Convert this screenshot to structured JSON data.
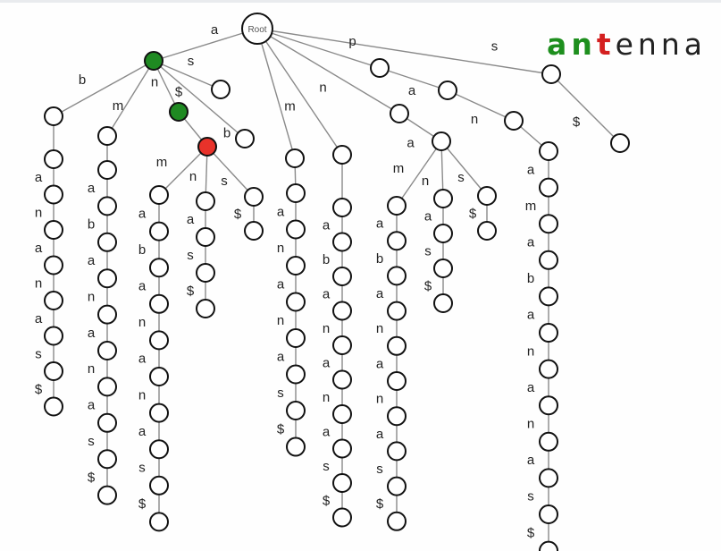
{
  "title_word": {
    "letters": [
      "a",
      "n",
      "t",
      "e",
      "n",
      "n",
      "a"
    ],
    "colors": [
      "#1e8f1e",
      "#1e8f1e",
      "#d42020",
      "#222222",
      "#222222",
      "#222222",
      "#222222"
    ]
  },
  "colors": {
    "matched": "#1f8a22",
    "current": "#e8322a",
    "node_fill": "#ffffff",
    "edge": "#8a8a8a"
  },
  "trie": {
    "root_label": "Root",
    "nodes": [
      {
        "id": "root",
        "type": "root"
      },
      {
        "id": "a",
        "parent": "root",
        "edge": "a",
        "state": "matched"
      },
      {
        "id": "ab",
        "parent": "a",
        "edge": "b"
      },
      {
        "id": "am",
        "parent": "a",
        "edge": "m"
      },
      {
        "id": "an",
        "parent": "a",
        "edge": "n",
        "state": "matched"
      },
      {
        "id": "as",
        "parent": "a",
        "edge": "s"
      },
      {
        "id": "a$",
        "parent": "a",
        "edge": "$"
      },
      {
        "id": "ana",
        "parent": "an",
        "edge": "a",
        "state": "current"
      },
      {
        "id": "r_b",
        "parent": "root",
        "edge": "b"
      },
      {
        "id": "r_m",
        "parent": "root",
        "edge": "m"
      },
      {
        "id": "r_n",
        "parent": "root",
        "edge": "n"
      },
      {
        "id": "r_na",
        "parent": "r_n",
        "edge": "a"
      },
      {
        "id": "r_p",
        "parent": "root",
        "edge": "p"
      },
      {
        "id": "r_pa",
        "parent": "r_p",
        "edge": "a"
      },
      {
        "id": "r_pan",
        "parent": "r_pa",
        "edge": "n"
      },
      {
        "id": "r_s",
        "parent": "root",
        "edge": "s"
      },
      {
        "id": "r_s$",
        "parent": "r_s",
        "edge": "$"
      }
    ],
    "chains": [
      {
        "from": "ab",
        "labels": [
          "a",
          "n",
          "a",
          "n",
          "a",
          "s",
          "$"
        ]
      },
      {
        "from": "am",
        "labels": [
          "a",
          "b",
          "a",
          "n",
          "a",
          "n",
          "a",
          "s",
          "$"
        ]
      },
      {
        "from": "ana",
        "edge": "m",
        "labels": [
          "a",
          "b",
          "a",
          "n",
          "a",
          "n",
          "a",
          "s",
          "$"
        ]
      },
      {
        "from": "ana",
        "edge": "n",
        "labels": [
          "a",
          "s",
          "$"
        ]
      },
      {
        "from": "ana",
        "edge": "s",
        "labels": [
          "$"
        ]
      },
      {
        "from": "r_b",
        "labels": [
          "a",
          "n",
          "a",
          "n",
          "a",
          "s",
          "$"
        ]
      },
      {
        "from": "r_m",
        "labels": [
          "a",
          "b",
          "a",
          "n",
          "a",
          "n",
          "a",
          "s",
          "$"
        ]
      },
      {
        "from": "r_na",
        "edge": "m",
        "labels": [
          "a",
          "b",
          "a",
          "n",
          "a",
          "n",
          "a",
          "s",
          "$"
        ]
      },
      {
        "from": "r_na",
        "edge": "n",
        "labels": [
          "a",
          "s",
          "$"
        ]
      },
      {
        "from": "r_na",
        "edge": "s",
        "labels": [
          "$"
        ]
      },
      {
        "from": "r_pan",
        "labels": [
          "a",
          "m",
          "a",
          "b",
          "a",
          "n",
          "a",
          "n",
          "a",
          "s",
          "$"
        ]
      }
    ]
  }
}
